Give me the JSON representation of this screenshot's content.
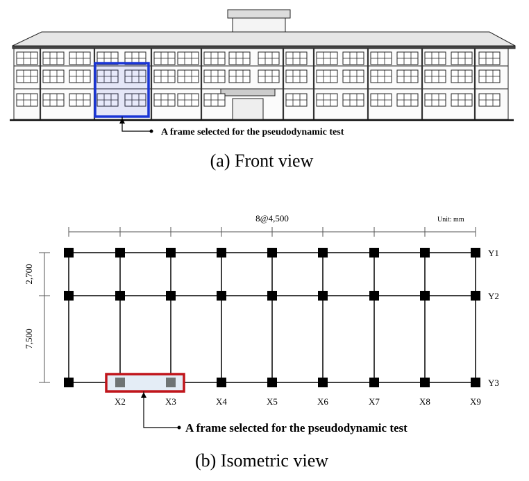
{
  "front_view": {
    "annotation": "A frame selected for the pseudodynamic test",
    "caption": "(a) Front view"
  },
  "plan": {
    "dimension_span": "8@4,500",
    "unit_label": "Unit: mm",
    "dim_y1_y2": "2,700",
    "dim_y2_y3": "7,500",
    "rows": [
      "Y1",
      "Y2",
      "Y3"
    ],
    "columns": [
      "X2",
      "X3",
      "X4",
      "X5",
      "X6",
      "X7",
      "X8",
      "X9"
    ],
    "annotation": "A frame selected for the pseudodynamic test",
    "caption": "(b) Isometric view"
  },
  "colors": {
    "front_highlight": "#1a35d6",
    "plan_highlight": "#c0151b",
    "highlight_fill": "#e4edf6",
    "selected_column": "#6f7474"
  }
}
